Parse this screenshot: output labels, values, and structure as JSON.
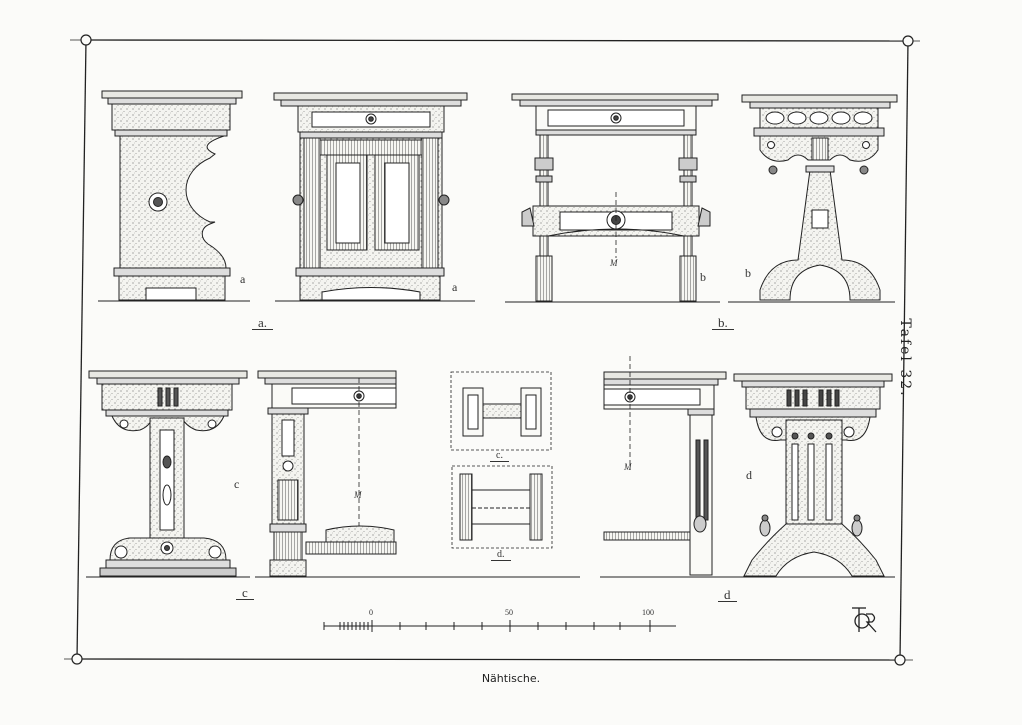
{
  "plate": {
    "number": "Tafel 32.",
    "caption": "Nähtische.",
    "monogram": "TR"
  },
  "figures": [
    {
      "name": "table-a-side",
      "label": "a"
    },
    {
      "name": "table-a-front",
      "label": "a"
    },
    {
      "name": "table-b-front",
      "label": "b"
    },
    {
      "name": "table-b-side",
      "label": "b"
    },
    {
      "name": "table-c-side",
      "label": "c"
    },
    {
      "name": "table-d-side",
      "label": "d"
    }
  ],
  "group_labels": {
    "a": "a.",
    "b": "b.",
    "c": "c",
    "d": "d",
    "plan_c": "c.",
    "plan_d": "d."
  },
  "section_marks": [
    "M",
    "M",
    "M"
  ],
  "scale": {
    "ticks": [
      "0",
      "50",
      "100"
    ]
  }
}
